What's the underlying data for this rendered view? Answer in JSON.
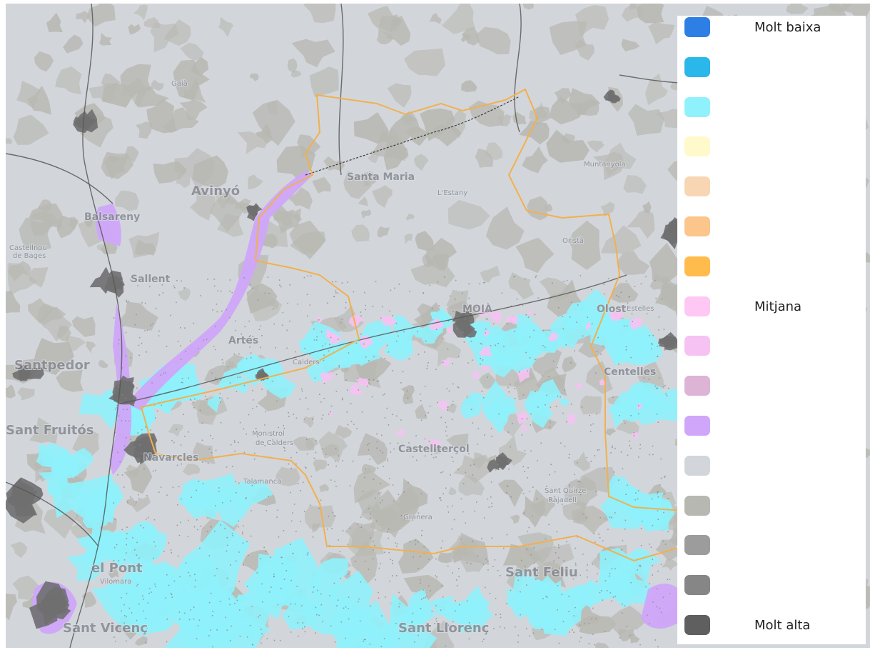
{
  "legend": {
    "items": [
      {
        "color": "#2d7fe6",
        "label": "Molt baixa"
      },
      {
        "color": "#2ab7ea",
        "label": ""
      },
      {
        "color": "#8ff1fb",
        "label": ""
      },
      {
        "color": "#fff9cc",
        "label": ""
      },
      {
        "color": "#f8d6b4",
        "label": ""
      },
      {
        "color": "#fbc58b",
        "label": ""
      },
      {
        "color": "#ffbc4d",
        "label": ""
      },
      {
        "color": "#ffc7f3",
        "label": "Mitjana"
      },
      {
        "color": "#f6c2f3",
        "label": ""
      },
      {
        "color": "#ddb3d6",
        "label": ""
      },
      {
        "color": "#cfa6f9",
        "label": ""
      },
      {
        "color": "#d2d6db",
        "label": ""
      },
      {
        "color": "#b8b8b2",
        "label": ""
      },
      {
        "color": "#9c9c9c",
        "label": ""
      },
      {
        "color": "#868686",
        "label": ""
      },
      {
        "color": "#5f5f5f",
        "label": "Molt alta"
      }
    ]
  },
  "map": {
    "colors": {
      "background": "#d2d6db",
      "terrain": "#b8b8b2",
      "urban": "#6f6f70",
      "urban_light": "#8c8c8c",
      "cyan": "#8ff1fb",
      "pink": "#f6c2f3",
      "purple": "#cfa6f9",
      "boundary": "#f2b04d",
      "road": "#575757",
      "rail": "#3a3a3a"
    },
    "labels": {
      "avinyo": "Avinyó",
      "balsareny": "Balsareny",
      "castellnou": "Castellnou",
      "de_bages": "de Bages",
      "sallent": "Sallent",
      "santpedor": "Santpedor",
      "sant_fruitos": "Sant Fruitós",
      "navarcles": "Navarcles",
      "el_pont": "el Pont",
      "vilomara": "Vilomara",
      "sant_vicenc": "Sant Vicenç",
      "santa_maria": "Santa Maria",
      "lestany": "L'Estany",
      "moia": "MOIÀ",
      "calders": "Calders",
      "monistrol": "Monistrol",
      "de_calders": "de Calders",
      "castellterçol": "Castellterçol",
      "granera": "Granera",
      "sant_feliu": "Sant Feliu",
      "sant_llorenc": "Sant Llorenç",
      "centelles": "Centelles",
      "muntanyola": "Muntanyola",
      "gaia": "Gaià",
      "talamanca": "Talamanca",
      "sant_quirze": "Sant Quirze",
      "rajadell": "Rajadell",
      "artes": "Artés",
      "olost": "Olost",
      "estelles": "Estelles",
      "oristà": "Oristà"
    }
  }
}
